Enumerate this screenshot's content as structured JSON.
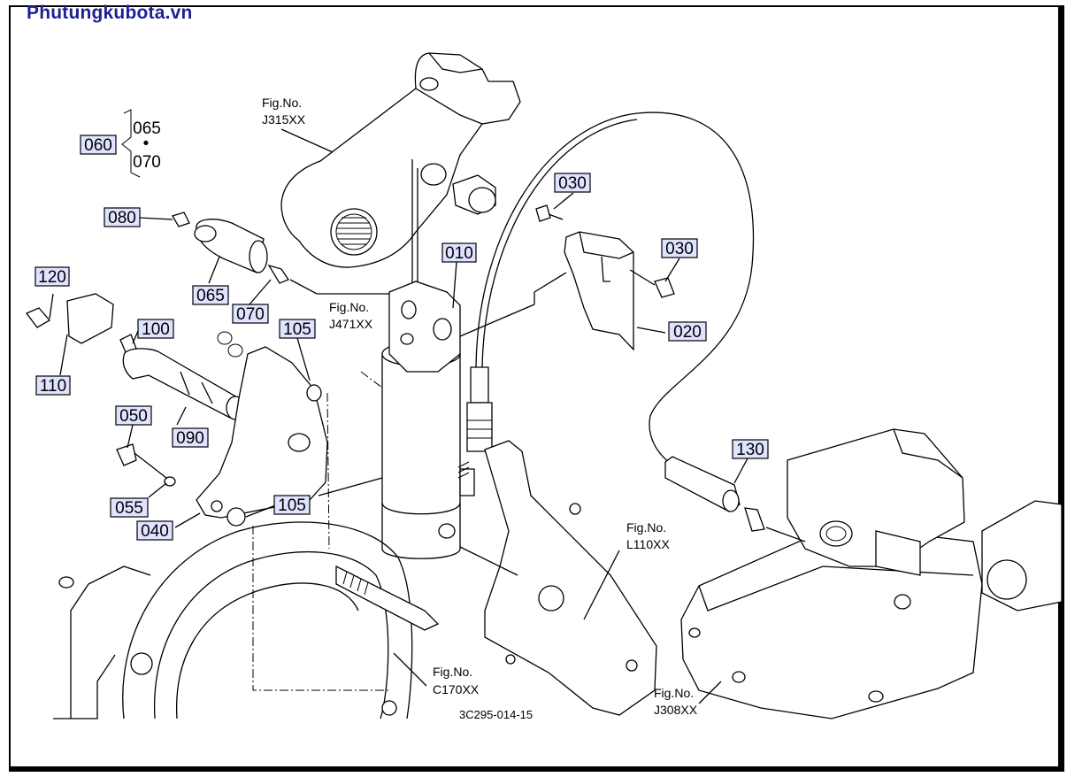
{
  "brand": "Phutungkubota.vn",
  "drawing_number": "3C295-014-15",
  "parts": [
    {
      "no": "010"
    },
    {
      "no": "020"
    },
    {
      "no": "030"
    },
    {
      "no": "030"
    },
    {
      "no": "040"
    },
    {
      "no": "050"
    },
    {
      "no": "055"
    },
    {
      "no": "060"
    },
    {
      "no": "065"
    },
    {
      "no": "070"
    },
    {
      "no": "065"
    },
    {
      "no": "070"
    },
    {
      "no": "080"
    },
    {
      "no": "090"
    },
    {
      "no": "100"
    },
    {
      "no": "105"
    },
    {
      "no": "105"
    },
    {
      "no": "110"
    },
    {
      "no": "120"
    },
    {
      "no": "130"
    }
  ],
  "group_bullet": "•",
  "fig_refs": [
    {
      "label": "Fig.No.",
      "code": "J315XX"
    },
    {
      "label": "Fig.No.",
      "code": "J471XX"
    },
    {
      "label": "Fig.No.",
      "code": "L110XX"
    },
    {
      "label": "Fig.No.",
      "code": "C170XX"
    },
    {
      "label": "Fig.No.",
      "code": "J308XX"
    }
  ]
}
